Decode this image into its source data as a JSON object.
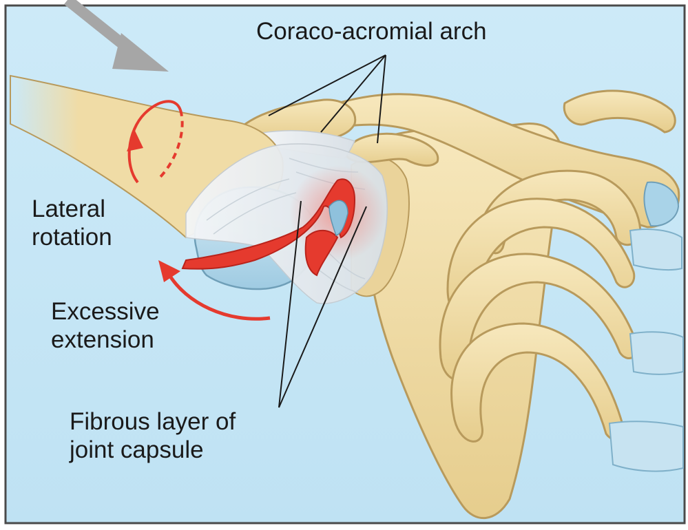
{
  "labels": {
    "coraco_acromial_arch": "Coraco-acromial arch",
    "lateral_rotation": [
      "Lateral",
      "rotation"
    ],
    "excessive_extension": [
      "Excessive",
      "extension"
    ],
    "fibrous_layer": [
      "Fibrous layer of",
      "joint capsule"
    ]
  },
  "colors": {
    "background": "#c6e6f5",
    "bone": "#f0dca6",
    "bone_outline": "#b89a5c",
    "ligament": "#e8ecef",
    "cartilage": "#a9d3e8",
    "injury_red": "#e53a2e",
    "arrow_gray": "#a6a6a6",
    "border": "#4a4a4a"
  },
  "icons": [
    "force-arrow-icon",
    "rotation-arrow-icon",
    "extension-arrow-icon"
  ]
}
